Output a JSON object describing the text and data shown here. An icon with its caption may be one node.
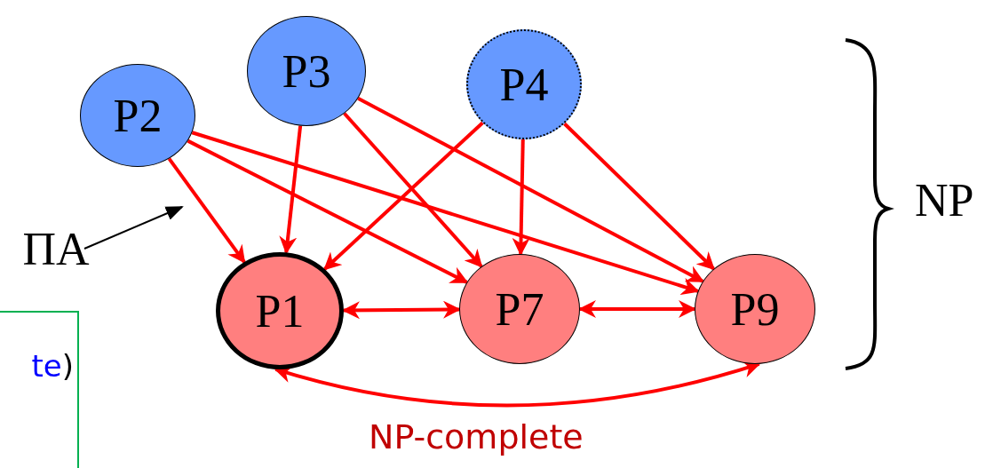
{
  "diagram": {
    "nodes": [
      {
        "text": [
          "P2"
        ]
      },
      {
        "text": [
          "P3"
        ]
      },
      {
        "text": [
          "P4"
        ]
      },
      {
        "text": [
          "ΠA"
        ]
      },
      {
        "text": [
          "te",
          ")"
        ]
      },
      {
        "text": [
          "P1"
        ]
      },
      {
        "text": [
          "P7"
        ]
      },
      {
        "text": [
          "P9"
        ]
      }
    ],
    "edges": [
      {
        "from": 0,
        "to": 5,
        "arrow": "to"
      },
      {
        "from": 0,
        "to": 6,
        "arrow": "to"
      },
      {
        "from": 0,
        "to": 7,
        "arrow": "to"
      },
      {
        "from": 1,
        "to": 5,
        "arrow": "to"
      },
      {
        "from": 1,
        "to": 6,
        "arrow": "to"
      },
      {
        "from": 1,
        "to": 7,
        "arrow": "to"
      },
      {
        "from": 2,
        "to": 5,
        "arrow": "to"
      },
      {
        "from": 2,
        "to": 6,
        "arrow": "to"
      },
      {
        "from": 2,
        "to": 7,
        "arrow": "to"
      },
      {
        "from": 5,
        "to": 6,
        "arrow": "both"
      },
      {
        "from": 6,
        "to": 7,
        "arrow": "both"
      },
      {
        "from": 5,
        "to": 7,
        "arrow": "both"
      },
      {
        "from": 3,
        "to": null,
        "arrow": "to",
        "color": "#000000"
      }
    ],
    "labels": [
      "NP",
      "NP-complete"
    ]
  }
}
